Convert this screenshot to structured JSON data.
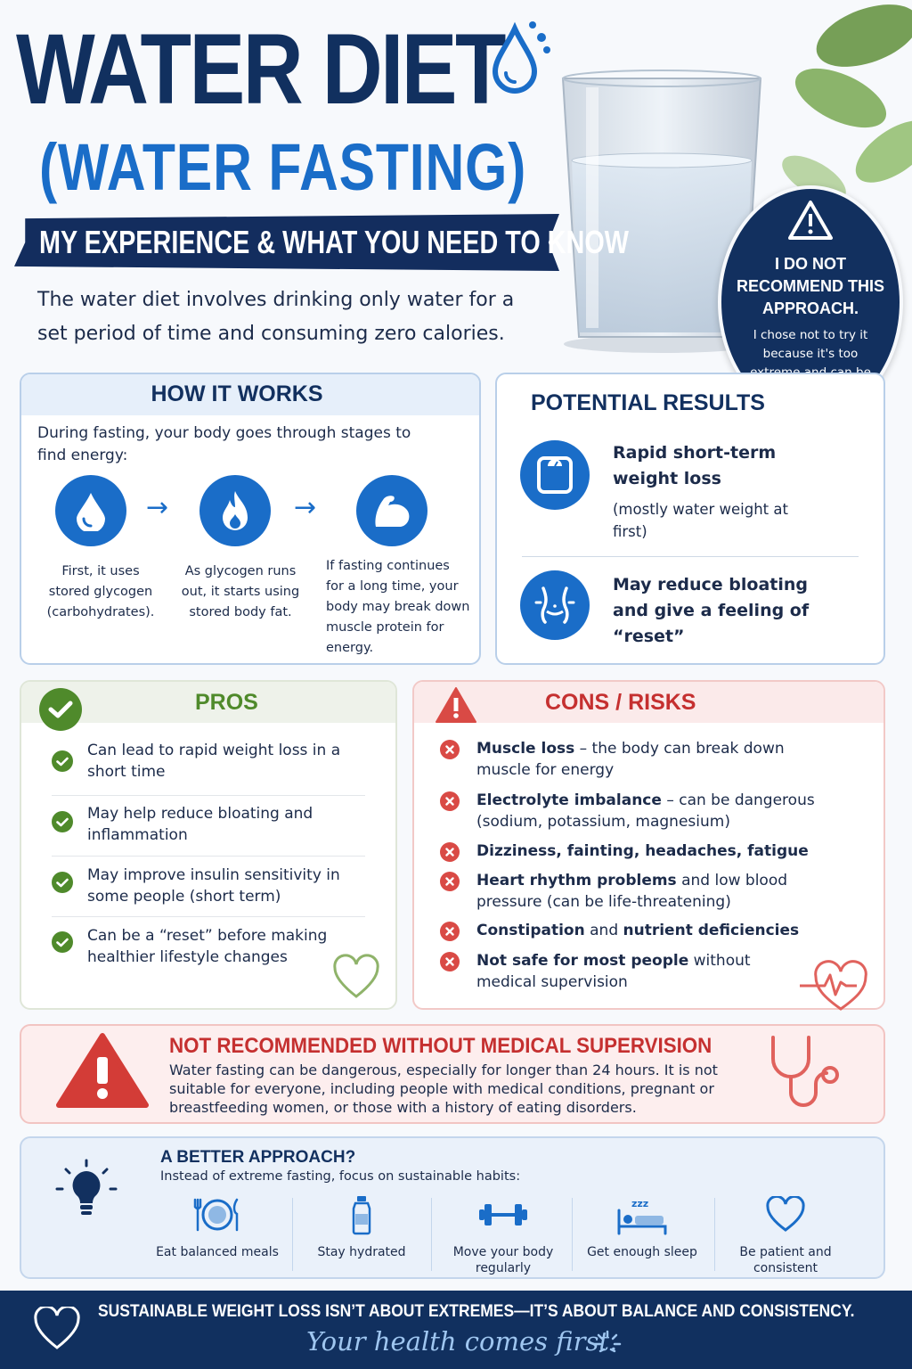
{
  "header": {
    "title": "WATER DIET",
    "subtitle": "(WATER FASTING)",
    "banner": "MY EXPERIENCE & WHAT YOU NEED TO KNOW",
    "intro": "The water diet involves drinking only water for a set period of time and consuming zero calories."
  },
  "warning": {
    "headline": "I DO NOT RECOMMEND THIS APPROACH.",
    "body": "I chose not to try it because it's too extreme and can be very risky."
  },
  "how_it_works": {
    "title": "HOW IT WORKS",
    "intro": "During fasting, your body goes through stages to find energy:",
    "stages": [
      {
        "icon": "water-drop-icon",
        "text": "First, it uses stored glycogen (carbohydrates)."
      },
      {
        "icon": "flame-icon",
        "text": "As glycogen runs out, it starts using stored body fat."
      },
      {
        "icon": "flexed-arm-icon",
        "text": "If fasting continues for a long time, your body may break down muscle protein for energy."
      }
    ]
  },
  "potential_results": {
    "title": "POTENTIAL RESULTS",
    "items": [
      {
        "icon": "scale-icon",
        "headline": "Rapid short-term weight loss",
        "note": "(mostly water weight at first)"
      },
      {
        "icon": "waist-icon",
        "headline": "May reduce bloating and give a feeling of “reset”",
        "note": ""
      }
    ]
  },
  "pros": {
    "title": "PROS",
    "items": [
      "Can lead to rapid weight loss in a short time",
      "May help reduce bloating and inflammation",
      "May improve insulin sensitivity in some people (short term)",
      "Can be a “reset” before making healthier lifestyle changes"
    ]
  },
  "cons": {
    "title": "CONS / RISKS",
    "items": [
      {
        "bold": "Muscle loss",
        "rest": " – the body can break down muscle for energy"
      },
      {
        "bold": "Electrolyte imbalance",
        "rest": " – can be dangerous (sodium, potassium, magnesium)"
      },
      {
        "bold": "Dizziness, fainting, headaches, fatigue",
        "rest": ""
      },
      {
        "bold": "Heart rhythm problems",
        "rest": " and low blood pressure (can be life-threatening)"
      },
      {
        "bold": "Constipation",
        "mid": " and ",
        "bold2": "nutrient deficiencies",
        "rest": ""
      },
      {
        "bold": "Not safe for most people",
        "rest": " without medical supervision"
      }
    ]
  },
  "not_recommended": {
    "title": "NOT RECOMMENDED WITHOUT MEDICAL SUPERVISION",
    "text": "Water fasting can be dangerous, especially for longer than 24 hours. It is not suitable for everyone, including people with medical conditions, pregnant or breastfeeding women, or those with a history of eating disorders."
  },
  "better_approach": {
    "title": "A BETTER APPROACH?",
    "subtitle": "Instead of extreme fasting, focus on sustainable habits:",
    "habits": [
      {
        "icon": "plate-icon",
        "label": "Eat balanced meals"
      },
      {
        "icon": "water-bottle-icon",
        "label": "Stay hydrated"
      },
      {
        "icon": "dumbbell-icon",
        "label": "Move your body regularly"
      },
      {
        "icon": "bed-icon",
        "label": "Get enough sleep"
      },
      {
        "icon": "heart-outline-icon",
        "label": "Be patient and consistent"
      }
    ]
  },
  "footer": {
    "tagline": "SUSTAINABLE WEIGHT LOSS ISN’T ABOUT EXTREMES—IT’S ABOUT BALANCE AND CONSISTENCY.",
    "script": "Your health comes first."
  },
  "colors": {
    "navy": "#11305f",
    "blue": "#1a6dc8",
    "green": "#4f8a2b",
    "red": "#c53030",
    "background": "#f7f9fc"
  }
}
